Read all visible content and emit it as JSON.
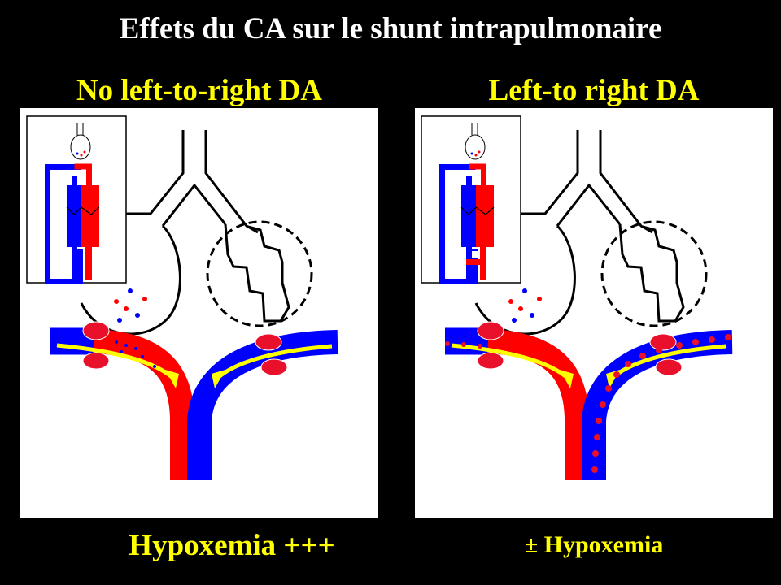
{
  "title": "Effets du CA sur le shunt intrapulmonaire",
  "panels": [
    {
      "heading": "No left-to-right DA",
      "caption": "Hypoxemia +++"
    },
    {
      "heading": "Left-to right DA",
      "caption": "± Hypoxemia"
    }
  ],
  "colors": {
    "oxygenated": "#ff0000",
    "deoxygenated": "#0000ff",
    "flow_arrow": "#ffff00",
    "text": "#ffff00"
  }
}
